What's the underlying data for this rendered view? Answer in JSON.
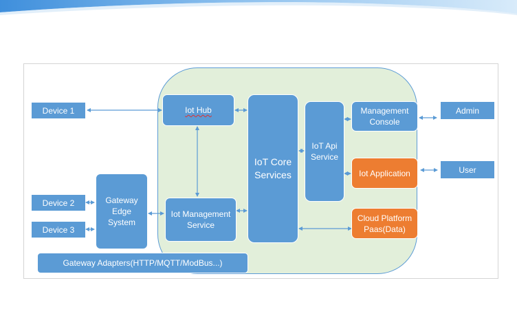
{
  "diagram": {
    "external": {
      "device1": "Device 1",
      "device2": "Device 2",
      "device3": "Device 3",
      "admin": "Admin",
      "user": "User"
    },
    "edge": {
      "gateway_edge_system": [
        "Gateway",
        "Edge",
        "System"
      ],
      "gateway_adapters": "Gateway Adapters(HTTP/MQTT/ModBus...)"
    },
    "platform": {
      "iot_hub": "Iot Hub",
      "iot_management_service": [
        "Iot Management",
        "Service"
      ],
      "iot_core_services": [
        "IoT Core",
        "Services"
      ],
      "iot_api_service": [
        "IoT Api",
        "Service"
      ],
      "management_console": [
        "Management",
        "Console"
      ],
      "iot_application": "Iot Application",
      "cloud_platform": [
        "Cloud Platform",
        "Paas(Data)"
      ]
    },
    "colors": {
      "node_blue": "#5b9bd5",
      "node_orange": "#ed7d31",
      "platform_fill": "#e2efda",
      "connector": "#5b9bd5"
    },
    "connections": [
      {
        "from": "Device 1",
        "to": "Iot Hub",
        "direction": "both"
      },
      {
        "from": "Device 2",
        "to": "Gateway Edge System",
        "direction": "both"
      },
      {
        "from": "Device 3",
        "to": "Gateway Edge System",
        "direction": "both"
      },
      {
        "from": "Gateway Edge System",
        "to": "Iot Management Service",
        "direction": "both"
      },
      {
        "from": "Iot Hub",
        "to": "Iot Management Service",
        "direction": "both"
      },
      {
        "from": "Iot Hub",
        "to": "IoT Core Services",
        "direction": "both"
      },
      {
        "from": "Iot Management Service",
        "to": "IoT Core Services",
        "direction": "both"
      },
      {
        "from": "IoT Core Services",
        "to": "IoT Api Service",
        "direction": "both"
      },
      {
        "from": "IoT Core Services",
        "to": "Cloud Platform Paas(Data)",
        "direction": "both"
      },
      {
        "from": "IoT Api Service",
        "to": "Management Console",
        "direction": "both"
      },
      {
        "from": "IoT Api Service",
        "to": "Iot Application",
        "direction": "both"
      },
      {
        "from": "Management Console",
        "to": "Admin",
        "direction": "both"
      },
      {
        "from": "Iot Application",
        "to": "User",
        "direction": "both"
      }
    ]
  }
}
